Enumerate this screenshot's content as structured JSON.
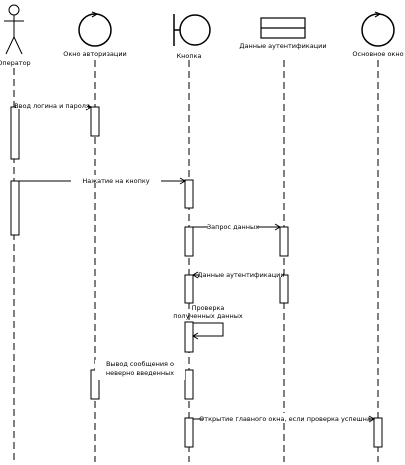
{
  "participants": [
    {
      "kind": "actor",
      "label": "Оператор"
    },
    {
      "kind": "control",
      "label": "Окно авторизации"
    },
    {
      "kind": "boundary",
      "label": "Кнопка"
    },
    {
      "kind": "entity",
      "label": "Данные аутентификации"
    },
    {
      "kind": "control",
      "label": "Основное окно"
    }
  ],
  "messages": [
    {
      "from": "Оператор",
      "to": "Окно авторизации",
      "label": "Ввод логина и пароля"
    },
    {
      "from": "Оператор",
      "to": "Кнопка",
      "label": "Нажатие на кнопку"
    },
    {
      "from": "Кнопка",
      "to": "Данные аутентификации",
      "label": "Запрос данных"
    },
    {
      "from": "Данные аутентификации",
      "to": "Кнопка",
      "label": "Данные аутентификации"
    },
    {
      "from": "Кнопка",
      "to": "Кнопка",
      "label": "Проверка полученных данных"
    },
    {
      "from": "Кнопка",
      "to": "Окно авторизации",
      "label": "Вывод сообщения о неверно введенных данных"
    },
    {
      "from": "Кнопка",
      "to": "Основное окно",
      "label": "Открытие главного окна, если проверка успешна"
    }
  ],
  "colors": {
    "line": "#000000",
    "background": "#ffffff"
  }
}
